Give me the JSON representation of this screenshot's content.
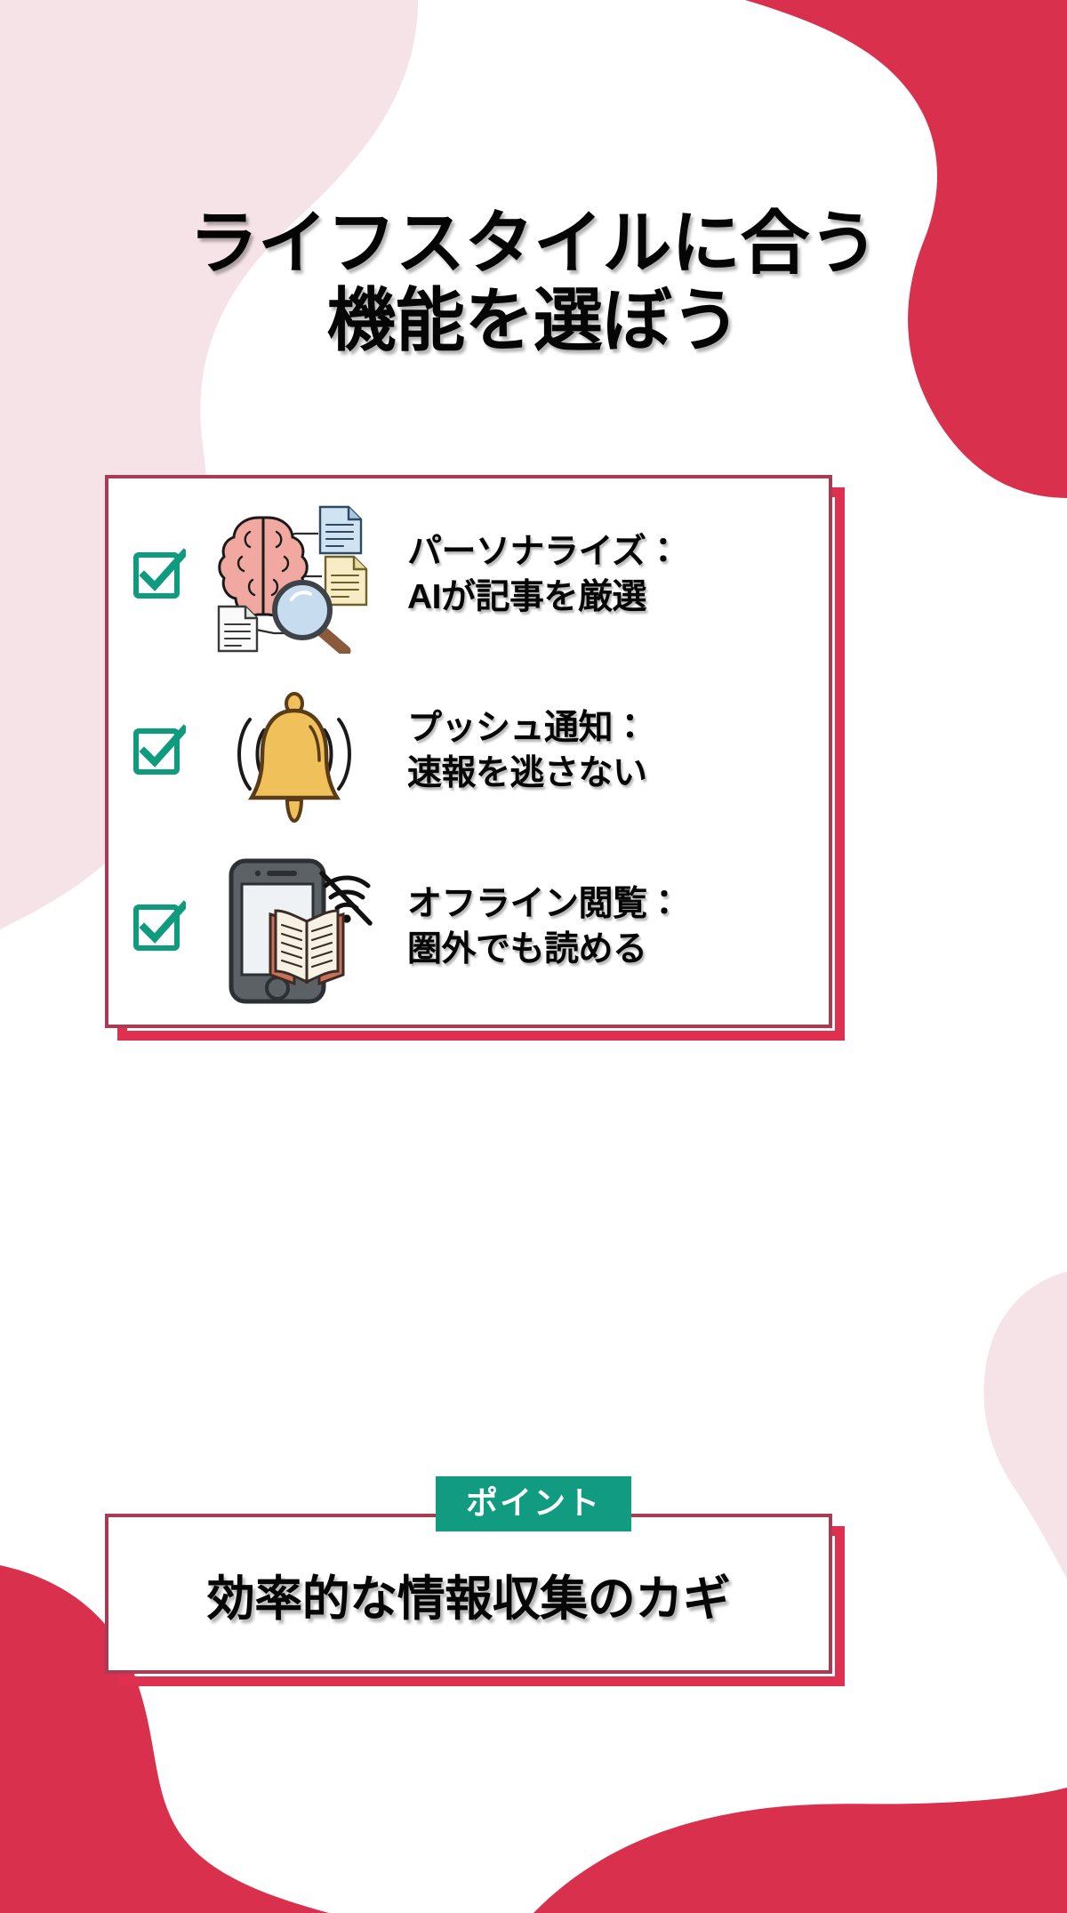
{
  "title": {
    "line1": "ライフスタイルに合う",
    "line2": "機能を選ぼう"
  },
  "features": [
    {
      "check": "checked-checkbox-icon",
      "icon": "brain-ai-documents-magnifier-icon",
      "line1": "パーソナライズ：",
      "line2": "AIが記事を厳選"
    },
    {
      "check": "checked-checkbox-icon",
      "icon": "ringing-bell-icon",
      "line1": "プッシュ通知：",
      "line2": "速報を逃さない"
    },
    {
      "check": "checked-checkbox-icon",
      "icon": "phone-book-offline-wifi-icon",
      "line1": "オフライン閲覧：",
      "line2": "圏外でも読める"
    }
  ],
  "summary": {
    "badge_label": "ポイント",
    "text": "効率的な情報収集のカギ"
  },
  "colors": {
    "accent_red": "#E0304F",
    "border_maroon": "#A93B53",
    "blob_red": "#D9304E",
    "blob_pink": "#F5E3E8",
    "teal": "#119B80",
    "text_black": "#060606",
    "bell_yellow": "#F0C15B",
    "brain_pink": "#F0A8A0",
    "phone_gray": "#5C6166",
    "book_terracotta": "#C8715A"
  }
}
